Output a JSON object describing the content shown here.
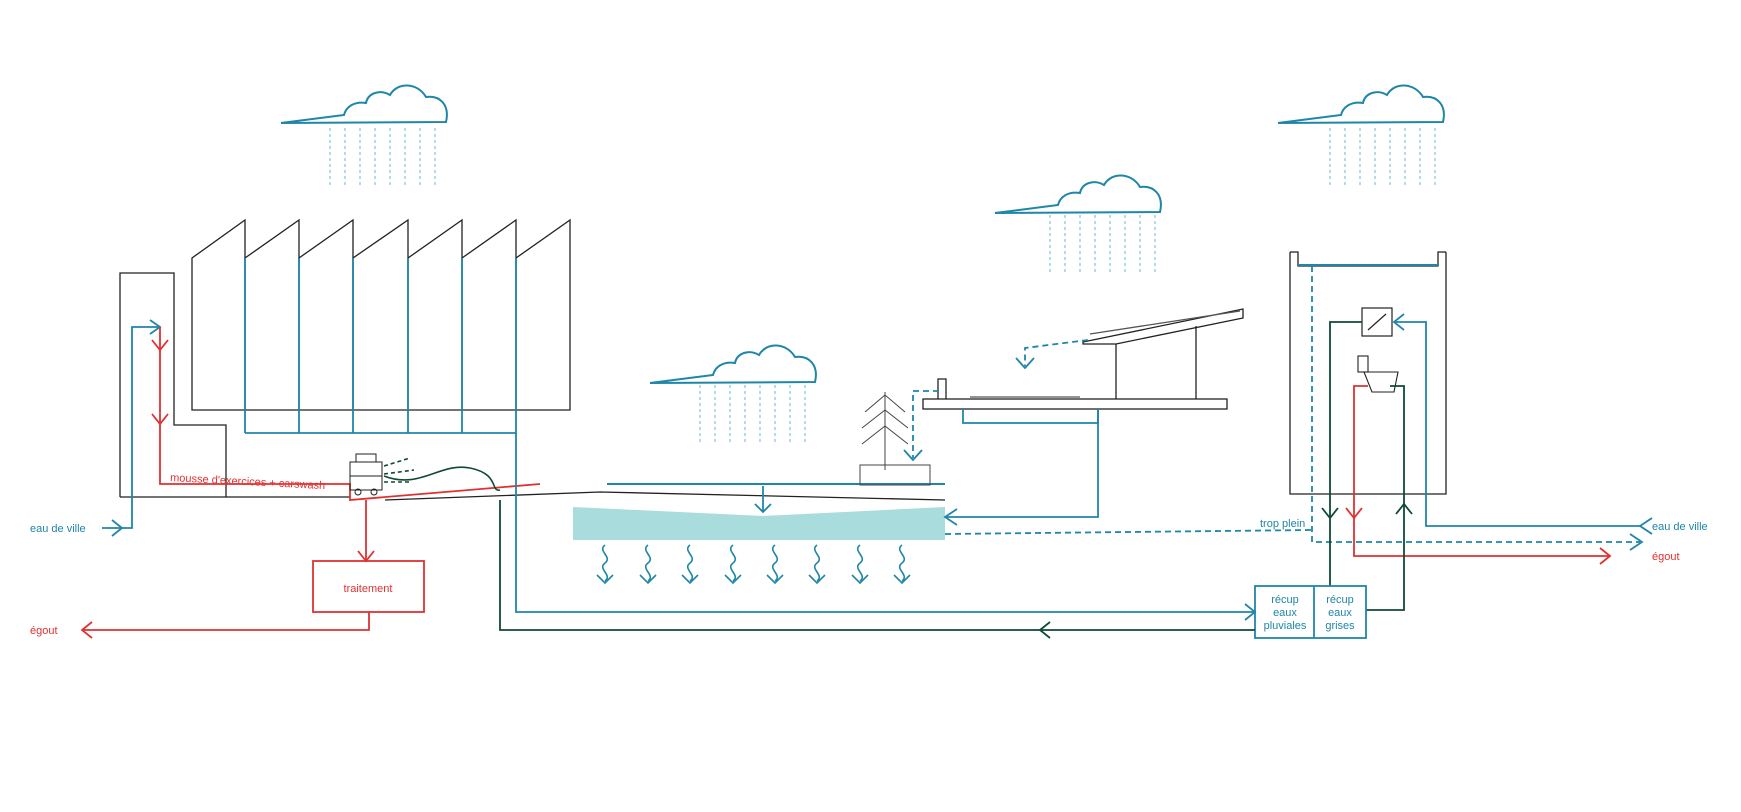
{
  "colors": {
    "blue": "#1f86a8",
    "red": "#e03131",
    "dark_green": "#0f4a34",
    "black": "#222222",
    "pond": "#a9dcdc",
    "rain": "#8fc8d8"
  },
  "icons": [
    "cloud-rain-icon",
    "fire-truck-icon",
    "tree-icon",
    "toilet-icon",
    "sink-icon"
  ],
  "labels": {
    "city_water_left": "eau de ville",
    "sewer_left": "égout",
    "foam_carwash": "mousse d'exercices + carswash",
    "treatment": "traitement",
    "overflow": "trop plein",
    "city_water_right": "eau de ville",
    "sewer_right": "égout",
    "rain_tank": [
      "récup",
      "eaux",
      "pluviales"
    ],
    "grey_tank": [
      "récup",
      "eaux",
      "grises"
    ]
  }
}
